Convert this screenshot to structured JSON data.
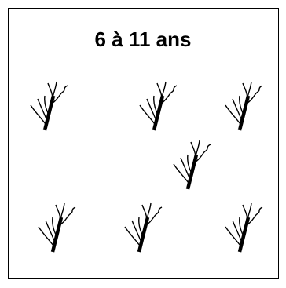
{
  "title": "6 à 11 ans",
  "plants": [
    {
      "name": "plant-top-left"
    },
    {
      "name": "plant-top-center"
    },
    {
      "name": "plant-top-right"
    },
    {
      "name": "plant-middle"
    },
    {
      "name": "plant-bottom-left"
    },
    {
      "name": "plant-bottom-center"
    },
    {
      "name": "plant-bottom-right"
    }
  ],
  "colors": {
    "stroke": "#000000",
    "background": "#ffffff"
  }
}
